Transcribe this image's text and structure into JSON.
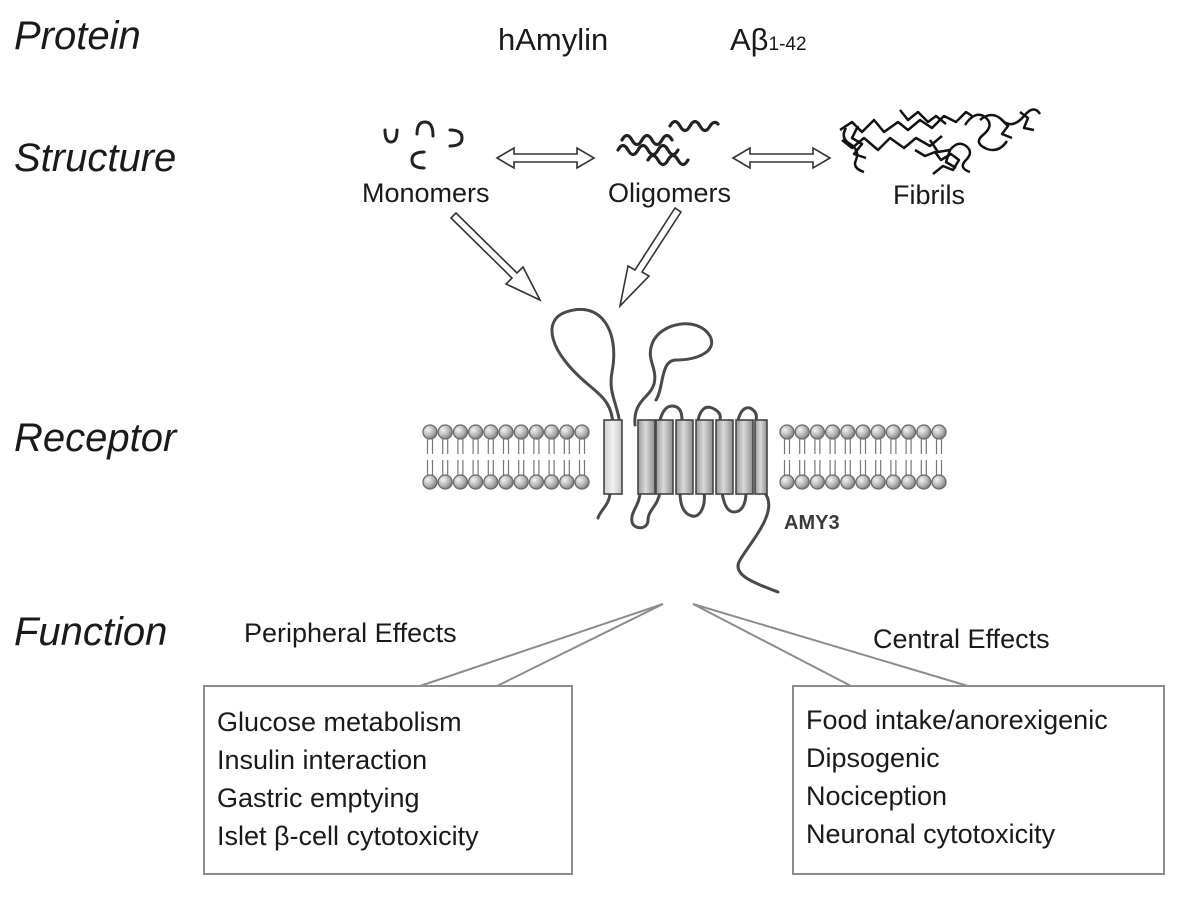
{
  "row_labels": {
    "protein": "Protein",
    "structure": "Structure",
    "receptor": "Receptor",
    "function": "Function"
  },
  "proteins": {
    "hamylin": "hAmylin",
    "abeta_main": "Aβ",
    "abeta_sub": "1-42"
  },
  "structures": {
    "monomers": "Monomers",
    "oligomers": "Oligomers",
    "fibrils": "Fibrils"
  },
  "receptor_name": "AMY3",
  "peripheral": {
    "title": "Peripheral Effects",
    "items": [
      "Glucose metabolism",
      "Insulin interaction",
      "Gastric emptying",
      "Islet β-cell cytotoxicity"
    ]
  },
  "central": {
    "title": "Central Effects",
    "items": [
      "Food intake/anorexigenic",
      "Dipsogenic",
      "Nociception",
      "Neuronal cytotoxicity"
    ]
  }
}
